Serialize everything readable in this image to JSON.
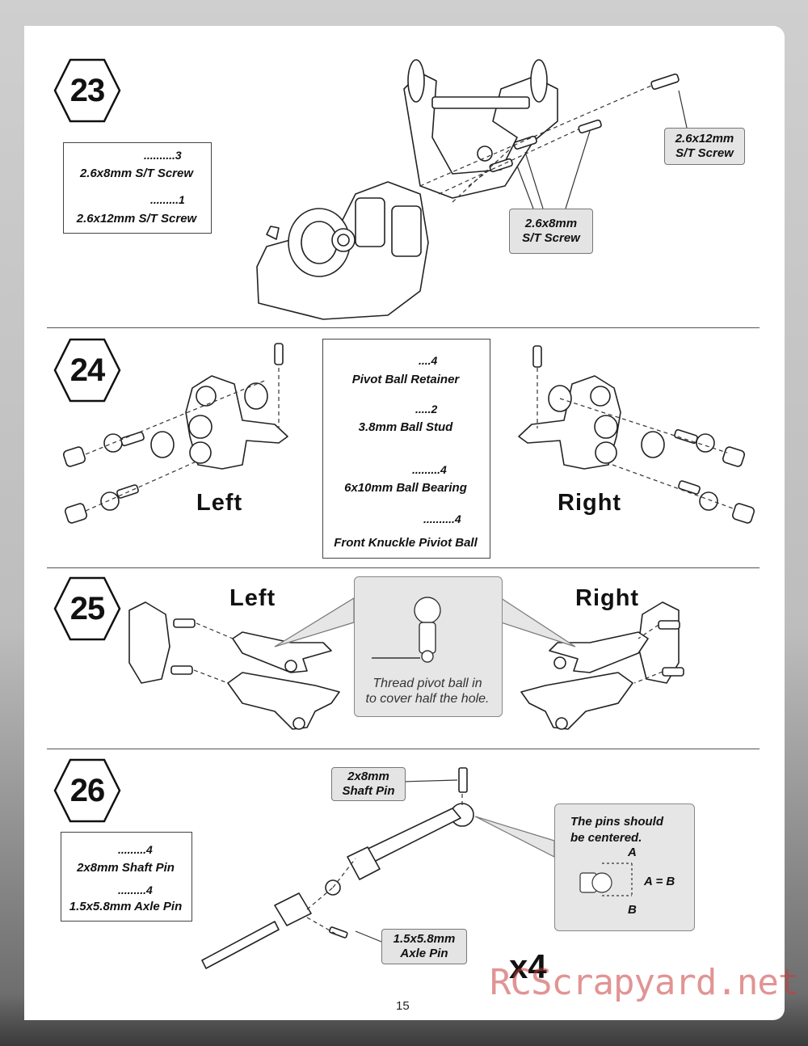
{
  "steps": [
    {
      "number": "23"
    },
    {
      "number": "24"
    },
    {
      "number": "25"
    },
    {
      "number": "26"
    }
  ],
  "step23": {
    "parts": [
      {
        "qty": "..........3",
        "label": "2.6x8mm S/T Screw"
      },
      {
        "qty": ".........1",
        "label": "2.6x12mm S/T Screw"
      }
    ],
    "callout_long": [
      "2.6x12mm",
      "S/T Screw"
    ],
    "callout_short": [
      "2.6x8mm",
      "S/T Screw"
    ]
  },
  "step24": {
    "parts": [
      {
        "qty": "....4",
        "label": "Pivot Ball Retainer"
      },
      {
        "qty": ".....2",
        "label": "3.8mm Ball Stud"
      },
      {
        "qty": ".........4",
        "label": "6x10mm Ball Bearing"
      },
      {
        "qty": "..........4",
        "label": "Front Knuckle Piviot Ball"
      }
    ],
    "left": "Left",
    "right": "Right"
  },
  "step25": {
    "left": "Left",
    "right": "Right",
    "note": [
      "Thread pivot ball in",
      "to cover half the hole."
    ]
  },
  "step26": {
    "parts": [
      {
        "qty": ".........4",
        "label": "2x8mm Shaft Pin"
      },
      {
        "qty": ".........4",
        "label": "1.5x5.8mm Axle Pin"
      }
    ],
    "callout_shaft": [
      "2x8mm",
      "Shaft Pin"
    ],
    "callout_axle": [
      "1.5x5.8mm",
      "Axle Pin"
    ],
    "note": [
      "The pins should",
      "be centered."
    ],
    "label_a": "A",
    "label_b": "B",
    "equation": "A = B",
    "multiplier": "x4"
  },
  "page_number": "15",
  "watermark": "RCScrapyard.net"
}
